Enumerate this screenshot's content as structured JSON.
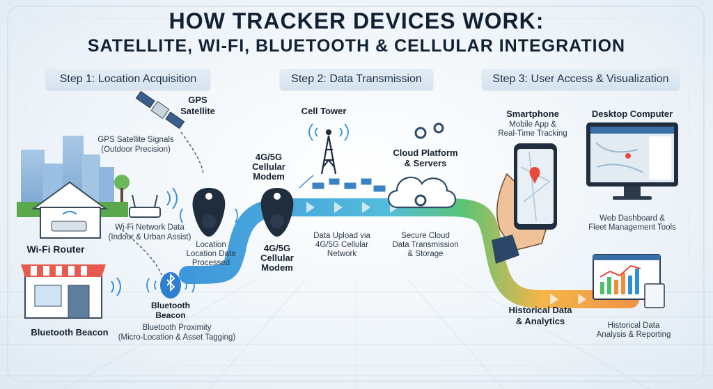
{
  "title": {
    "line1": "HOW TRACKER DEVICES WORK:",
    "line2": "SATELLITE, WI-FI, BLUETOOTH & CELLULAR INTEGRATION"
  },
  "steps": {
    "step1": "Step 1: Location Acquisition",
    "step2": "Step 2: Data Transmission",
    "step3": "Step 3: User Access & Visualization"
  },
  "gps": {
    "label_line1": "GPS",
    "label_line2": "Satellite",
    "signal_line1": "GPS Satellite Signals",
    "signal_line2": "(Outdoor Precision)"
  },
  "wifi": {
    "label": "Wi-Fi Router",
    "data_line1": "Wi-Fi Network Data",
    "data_line2": "(Indoor & Urban Assist)"
  },
  "bluetooth": {
    "beacon_line1": "Bluetooth",
    "beacon_line2": "Beacon",
    "store_label": "Bluetooth Beacon",
    "prox_line1": "Bluetooth Proximity",
    "prox_line2": "(Micro-Location & Asset Tagging)"
  },
  "tracker": {
    "caption_line1": "Location",
    "caption_line2": "Location Data",
    "caption_line3": "Processed"
  },
  "modem": {
    "top_line1": "4G/5G",
    "top_line2": "Cellular",
    "top_line3": "Modem",
    "bottom_line1": "4G/5G",
    "bottom_line2": "Cellular",
    "bottom_line3": "Modem"
  },
  "tower": {
    "label": "Cell Tower"
  },
  "upload": {
    "line1": "Data Upload via",
    "line2": "4G/5G Cellular",
    "line3": "Network"
  },
  "cloud": {
    "label_line1": "Cloud Platform",
    "label_line2": "& Servers",
    "caption_line1": "Secure Cloud",
    "caption_line2": "Data Transmission",
    "caption_line3": "& Storage"
  },
  "smartphone": {
    "label": "Smartphone",
    "desc_line1": "Mobile App &",
    "desc_line2": "Real-Time Tracking"
  },
  "desktop": {
    "label": "Desktop Computer",
    "desc_line1": "Web Dashboard &",
    "desc_line2": "Fleet Management Tools"
  },
  "analytics": {
    "label_line1": "Historical Data",
    "label_line2": "& Analytics",
    "desc_line1": "Historical Data",
    "desc_line2": "Analysis & Reporting"
  },
  "colors": {
    "flow_blue": "#2f8fd8",
    "flow_green": "#4cbf6a",
    "flow_orange": "#f28c38",
    "navy": "#1f2d3d"
  }
}
